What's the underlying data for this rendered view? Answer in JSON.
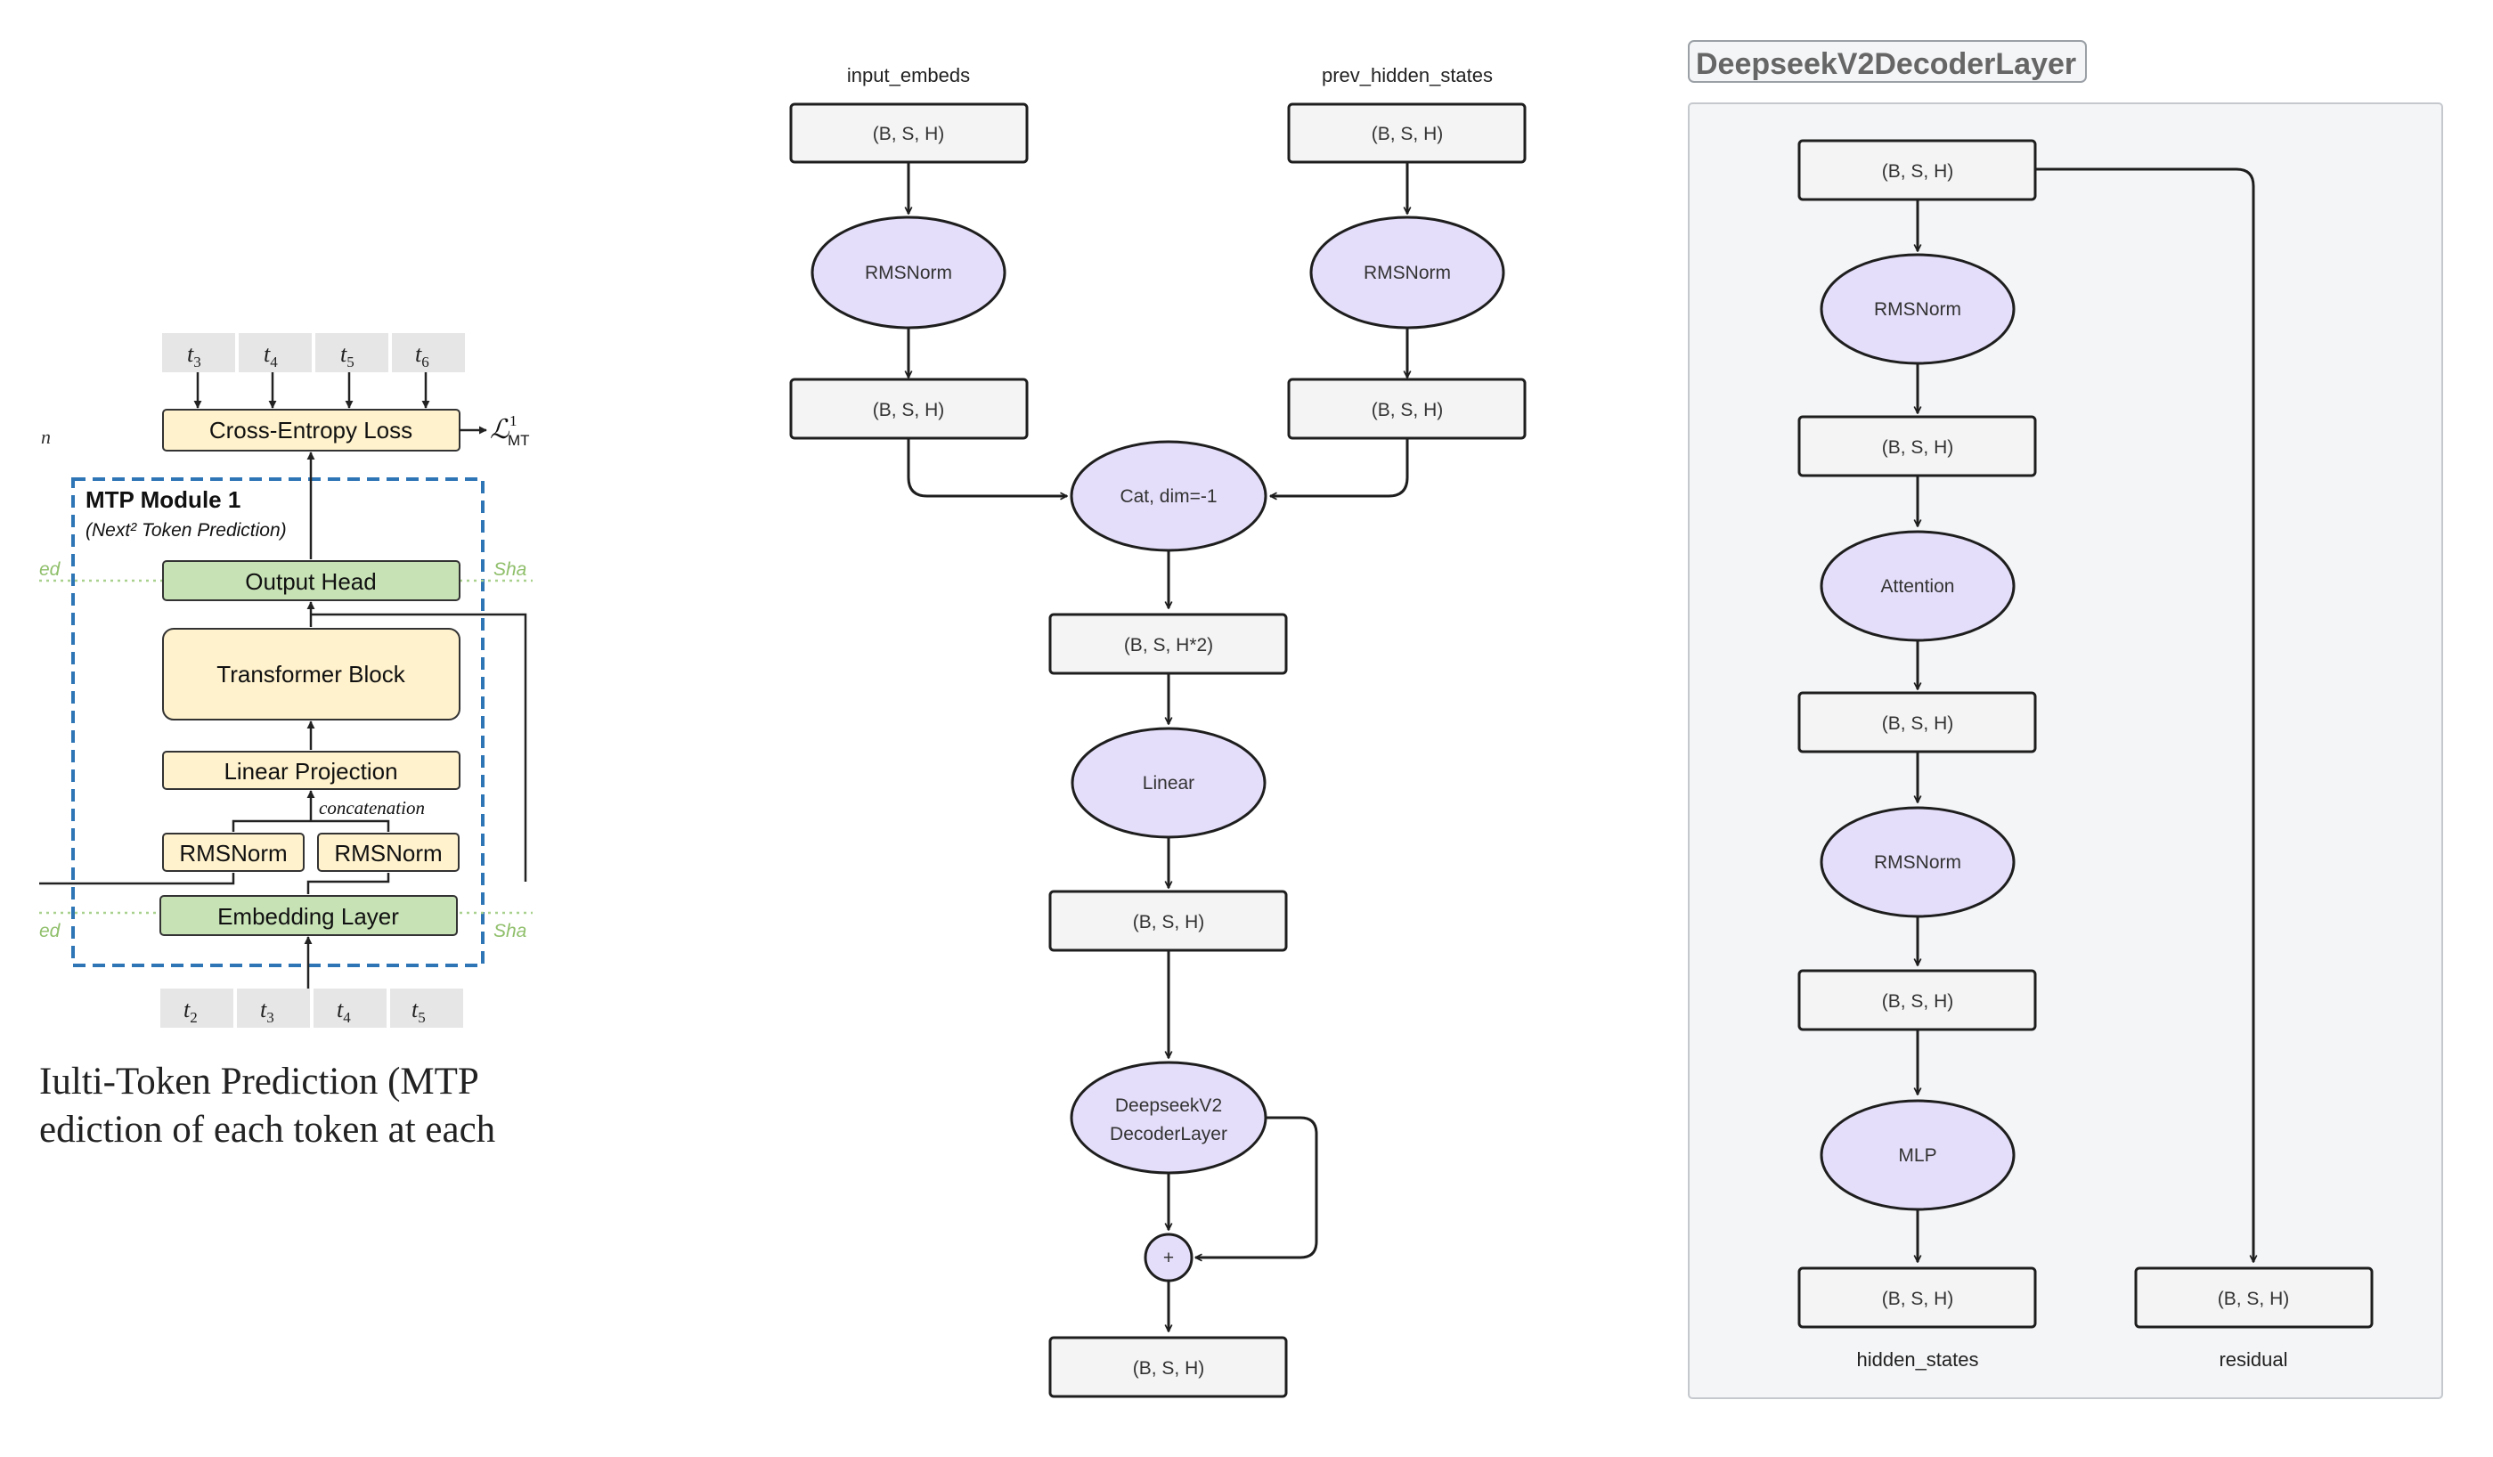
{
  "mtp_figure": {
    "module_title": "MTP Module 1",
    "module_subtitle": "(Next² Token Prediction)",
    "top_tokens": [
      "t3",
      "t4",
      "t5",
      "t6"
    ],
    "bottom_tokens": [
      "t2",
      "t3",
      "t4",
      "t5"
    ],
    "loss_label": "Cross-Entropy Loss",
    "loss_symbol": "ℒ",
    "loss_symbol_sub": "MT",
    "loss_symbol_sup": "1",
    "output_head": "Output Head",
    "transformer_block": "Transformer Block",
    "linear_projection": "Linear Projection",
    "concatenation": "concatenation",
    "rmsnorm_left": "RMSNorm",
    "rmsnorm_right": "RMSNorm",
    "embedding_layer": "Embedding Layer",
    "left_cut_label_1": "n",
    "left_cut_label_2": "ed",
    "left_cut_label_3": "ed",
    "right_cut_label_1": "Sha",
    "right_cut_label_2": "Sha",
    "caption_line_1": "Iulti-Token Prediction (MTP",
    "caption_line_2": "ediction of each token at each"
  },
  "mtp_flow": {
    "input_embeds_label": "input_embeds",
    "prev_hidden_states_label": "prev_hidden_states",
    "in_left": "(B, S, H)",
    "in_right": "(B, S, H)",
    "norm_left": "RMSNorm",
    "norm_right": "RMSNorm",
    "out_left": "(B, S, H)",
    "out_right": "(B, S, H)",
    "cat": "Cat, dim=-1",
    "cat_out": "(B, S, H*2)",
    "linear": "Linear",
    "linear_out": "(B, S, H)",
    "decoder_line1": "DeepseekV2",
    "decoder_line2": "DecoderLayer",
    "plus": "+",
    "final_out": "(B, S, H)"
  },
  "decoder_layer": {
    "title": "DeepseekV2DecoderLayer",
    "in": "(B, S, H)",
    "norm1": "RMSNorm",
    "norm1_out": "(B, S, H)",
    "attention": "Attention",
    "attn_out": "(B, S, H)",
    "norm2": "RMSNorm",
    "norm2_out": "(B, S, H)",
    "mlp": "MLP",
    "hidden_out": "(B, S, H)",
    "residual_out": "(B, S, H)",
    "hidden_states_label": "hidden_states",
    "residual_label": "residual"
  },
  "colors": {
    "ellipse_fill": "#e5defa",
    "box_fill": "#f4f4f4",
    "panel_fill": "#f4f5f7",
    "mtp_yellow": "#fff2cc",
    "mtp_green": "#c7e2b5",
    "mtp_dashed_blue": "#2e75b6"
  }
}
